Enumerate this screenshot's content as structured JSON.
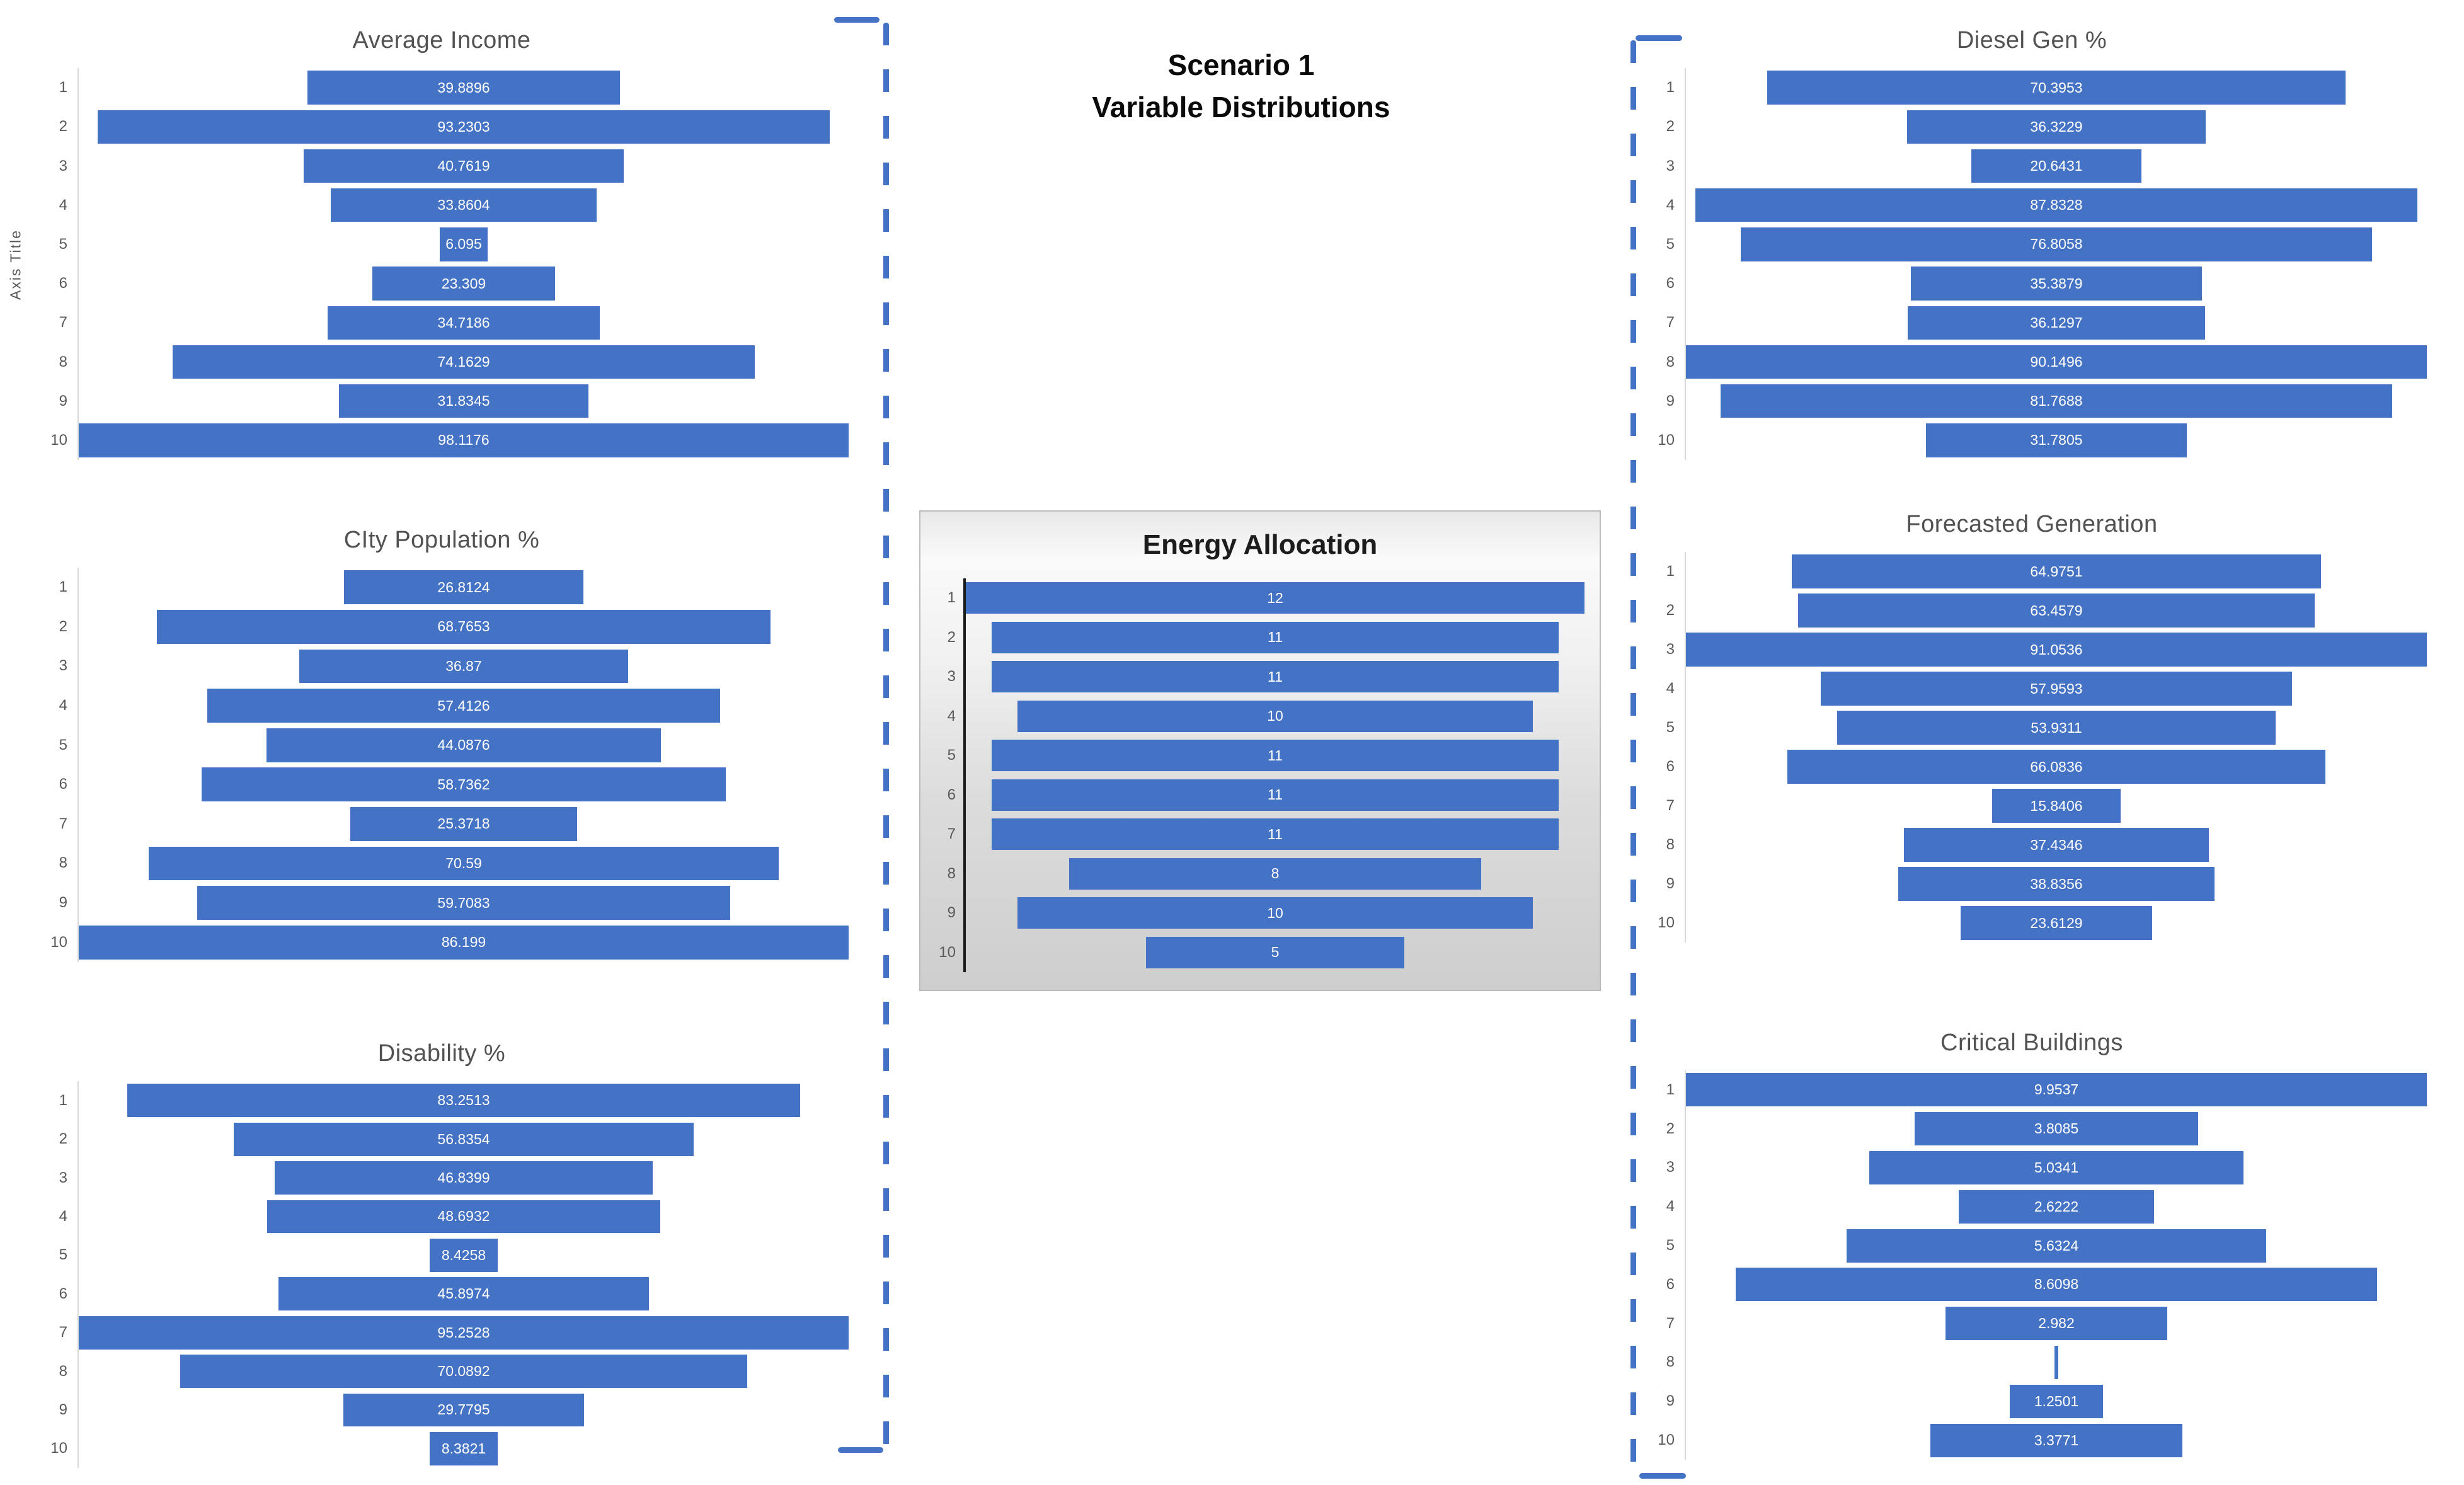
{
  "page": {
    "title_line1": "Scenario 1",
    "title_line2": "Variable Distributions"
  },
  "colors": {
    "bar": "#4472C4",
    "data_label_text": "#ffffff",
    "category_text": "#595959",
    "chart_title_text": "#525252",
    "main_title_text": "#0a0a0a",
    "connector": "#4472C4",
    "energy_axis": "#1a1a1a",
    "white_chart_axis": "#d9d9d9"
  },
  "chart_data": [
    {
      "type": "bar",
      "subtype": "funnel-centered-horizontal",
      "title": "Average Income",
      "ylabel": "Axis Title",
      "categories": [
        "1",
        "2",
        "3",
        "4",
        "5",
        "6",
        "7",
        "8",
        "9",
        "10"
      ],
      "values": [
        39.8896,
        93.2303,
        40.7619,
        33.8604,
        6.095,
        23.309,
        34.7186,
        74.1629,
        31.8345,
        98.1176
      ],
      "labels": [
        "39.8896",
        "93.2303",
        "40.7619",
        "33.8604",
        "6.095",
        "23.309",
        "34.7186",
        "74.1629",
        "31.8345",
        "98.1176"
      ],
      "xmax": 98.1176,
      "grid": false,
      "legend": false
    },
    {
      "type": "bar",
      "subtype": "funnel-centered-horizontal",
      "title": "CIty Population %",
      "categories": [
        "1",
        "2",
        "3",
        "4",
        "5",
        "6",
        "7",
        "8",
        "9",
        "10"
      ],
      "values": [
        26.8124,
        68.7653,
        36.87,
        57.4126,
        44.0876,
        58.7362,
        25.3718,
        70.59,
        59.7083,
        86.199
      ],
      "labels": [
        "26.8124",
        "68.7653",
        "36.87",
        "57.4126",
        "44.0876",
        "58.7362",
        "25.3718",
        "70.59",
        "59.7083",
        "86.199"
      ],
      "xmax": 86.199,
      "grid": false,
      "legend": false
    },
    {
      "type": "bar",
      "subtype": "funnel-centered-horizontal",
      "title": "Disability %",
      "categories": [
        "1",
        "2",
        "3",
        "4",
        "5",
        "6",
        "7",
        "8",
        "9",
        "10"
      ],
      "values": [
        83.2513,
        56.8354,
        46.8399,
        48.6932,
        8.4258,
        45.8974,
        95.2528,
        70.0892,
        29.7795,
        8.3821
      ],
      "labels": [
        "83.2513",
        "56.8354",
        "46.8399",
        "48.6932",
        "8.4258",
        "45.8974",
        "95.2528",
        "70.0892",
        "29.7795",
        "8.3821"
      ],
      "xmax": 95.2528,
      "grid": false,
      "legend": false
    },
    {
      "type": "bar",
      "subtype": "funnel-centered-horizontal",
      "title": "Energy Allocation",
      "categories": [
        "1",
        "2",
        "3",
        "4",
        "5",
        "6",
        "7",
        "8",
        "9",
        "10"
      ],
      "values": [
        12,
        11,
        11,
        10,
        11,
        11,
        11,
        8,
        10,
        5
      ],
      "labels": [
        "12",
        "11",
        "11",
        "10",
        "11",
        "11",
        "11",
        "8",
        "10",
        "5"
      ],
      "xmax": 12,
      "grid": false,
      "legend": false
    },
    {
      "type": "bar",
      "subtype": "funnel-centered-horizontal",
      "title": "Diesel Gen %",
      "categories": [
        "1",
        "2",
        "3",
        "4",
        "5",
        "6",
        "7",
        "8",
        "9",
        "10"
      ],
      "values": [
        70.3953,
        36.3229,
        20.6431,
        87.8328,
        76.8058,
        35.3879,
        36.1297,
        90.1496,
        81.7688,
        31.7805
      ],
      "labels": [
        "70.3953",
        "36.3229",
        "20.6431",
        "87.8328",
        "76.8058",
        "35.3879",
        "36.1297",
        "90.1496",
        "81.7688",
        "31.7805"
      ],
      "xmax": 90.1496,
      "grid": false,
      "legend": false
    },
    {
      "type": "bar",
      "subtype": "funnel-centered-horizontal",
      "title": "Forecasted Generation",
      "categories": [
        "1",
        "2",
        "3",
        "4",
        "5",
        "6",
        "7",
        "8",
        "9",
        "10"
      ],
      "values": [
        64.9751,
        63.4579,
        91.0536,
        57.9593,
        53.9311,
        66.0836,
        15.8406,
        37.4346,
        38.8356,
        23.6129
      ],
      "labels": [
        "64.9751",
        "63.4579",
        "91.0536",
        "57.9593",
        "53.9311",
        "66.0836",
        "15.8406",
        "37.4346",
        "38.8356",
        "23.6129"
      ],
      "xmax": 91.0536,
      "grid": false,
      "legend": false
    },
    {
      "type": "bar",
      "subtype": "funnel-centered-horizontal",
      "title": "Critical Buildings",
      "categories": [
        "1",
        "2",
        "3",
        "4",
        "5",
        "6",
        "7",
        "8",
        "9",
        "10"
      ],
      "values": [
        9.9537,
        3.8085,
        5.0341,
        2.6222,
        5.6324,
        8.6098,
        2.982,
        0.05,
        1.2501,
        3.3771
      ],
      "labels": [
        "9.9537",
        "3.8085",
        "5.0341",
        "2.6222",
        "5.6324",
        "8.6098",
        "2.982",
        "",
        "1.2501",
        "3.3771"
      ],
      "xmax": 9.9537,
      "grid": false,
      "legend": false
    }
  ]
}
